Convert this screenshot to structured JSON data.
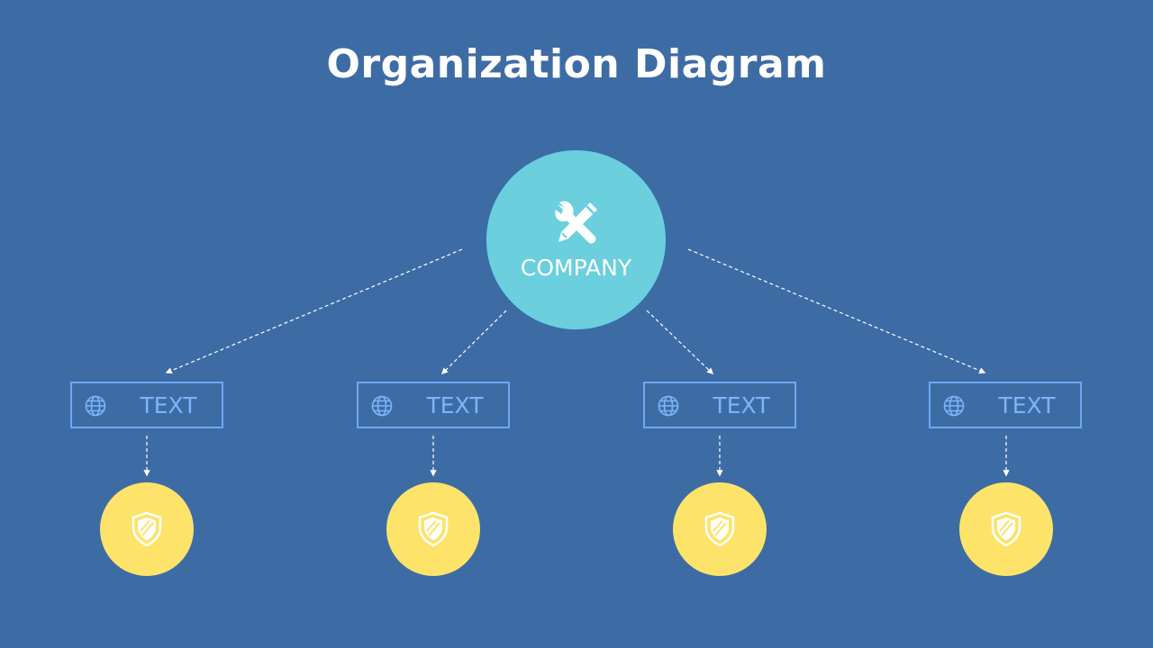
{
  "title": "Organization Diagram",
  "company": {
    "label": "COMPANY",
    "icon": "tools-icon"
  },
  "nodes": [
    {
      "label": "TEXT",
      "icon": "globe-icon",
      "badge_icon": "shield-icon"
    },
    {
      "label": "TEXT",
      "icon": "globe-icon",
      "badge_icon": "shield-icon"
    },
    {
      "label": "TEXT",
      "icon": "globe-icon",
      "badge_icon": "shield-icon"
    },
    {
      "label": "TEXT",
      "icon": "globe-icon",
      "badge_icon": "shield-icon"
    }
  ],
  "colors": {
    "background": "#3D6CA5",
    "company_circle": "#6BCFDE",
    "box_border": "#6FA8F2",
    "box_text": "#7DB5F7",
    "badge": "#FDE36A"
  }
}
